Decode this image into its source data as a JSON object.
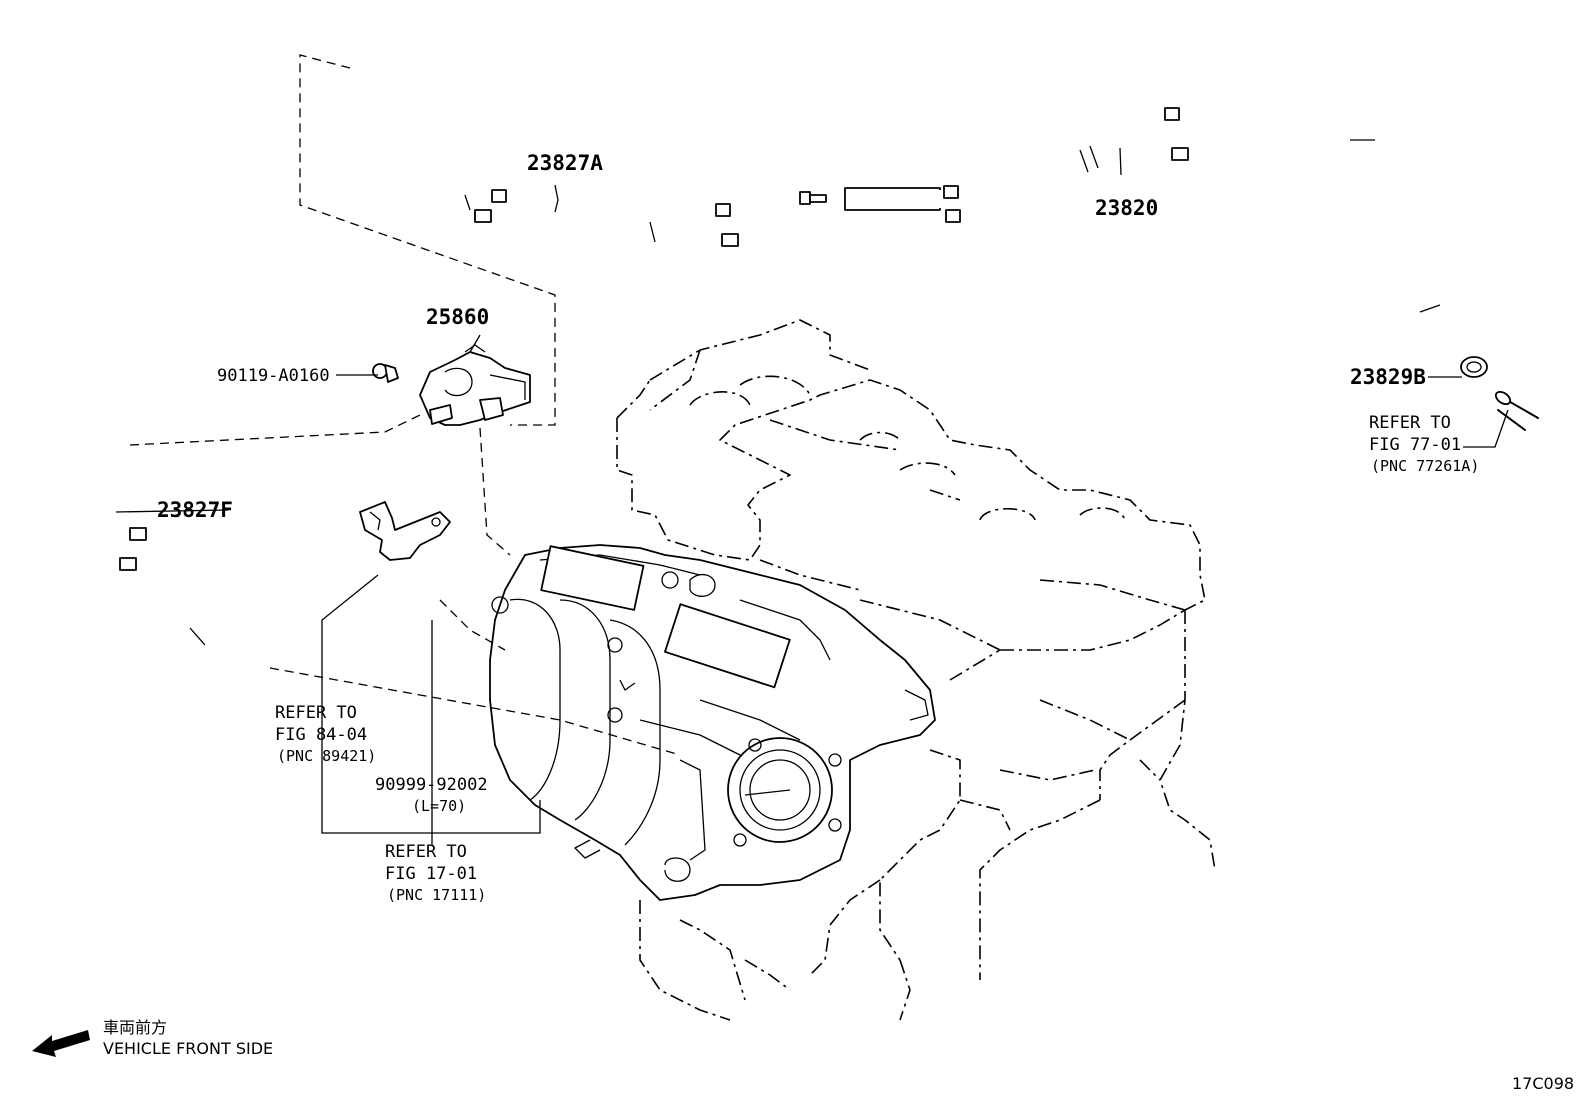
{
  "parts": {
    "p23827A": "23827A",
    "p23820": "23820",
    "p25860": "25860",
    "p90119": "90119-A0160",
    "p23827F": "23827F",
    "p23829B": "23829B",
    "p90999": "90999-92002",
    "p90999_len": "(L=70)"
  },
  "refs": {
    "fig77": {
      "line1": "REFER TO",
      "line2": "FIG 77-01",
      "line3": "(PNC 77261A)"
    },
    "fig84": {
      "line1": "REFER TO",
      "line2": "FIG 84-04",
      "line3": "(PNC 89421)"
    },
    "fig17": {
      "line1": "REFER TO",
      "line2": "FIG 17-01",
      "line3": "(PNC 17111)"
    }
  },
  "direction": {
    "jp": "車両前方",
    "en": "VEHICLE FRONT SIDE"
  },
  "figure_code": "17C098",
  "colors": {
    "ink": "#000000",
    "paper": "#ffffff"
  }
}
